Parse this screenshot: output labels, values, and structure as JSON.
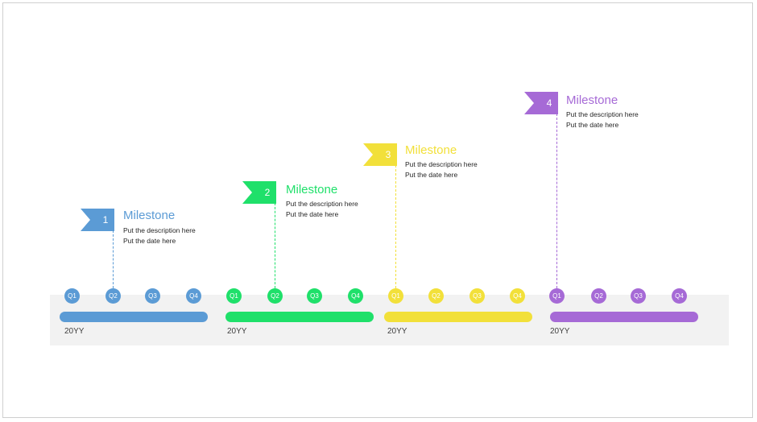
{
  "colors": {
    "blue": "#5b9bd5",
    "green": "#1fe06a",
    "yellow": "#f2e03a",
    "purple": "#a66ad6",
    "band": "#f2f2f2"
  },
  "years": [
    {
      "label": "20YY",
      "quarters": [
        "Q1",
        "Q2",
        "Q3",
        "Q4"
      ]
    },
    {
      "label": "20YY",
      "quarters": [
        "Q1",
        "Q2",
        "Q3",
        "Q4"
      ]
    },
    {
      "label": "20YY",
      "quarters": [
        "Q1",
        "Q2",
        "Q3",
        "Q4"
      ]
    },
    {
      "label": "20YY",
      "quarters": [
        "Q1",
        "Q2",
        "Q3",
        "Q4"
      ]
    }
  ],
  "milestones": [
    {
      "number": "1",
      "title": "Milestone",
      "description": "Put the description here",
      "date": "Put the date here",
      "year_index": 0,
      "quarter": "Q2",
      "icon": "flag-icon"
    },
    {
      "number": "2",
      "title": "Milestone",
      "description": "Put the description here",
      "date": "Put the date here",
      "year_index": 1,
      "quarter": "Q2",
      "icon": "flag-icon"
    },
    {
      "number": "3",
      "title": "Milestone",
      "description": "Put the description here",
      "date": "Put the date here",
      "year_index": 2,
      "quarter": "Q1",
      "icon": "flag-icon"
    },
    {
      "number": "4",
      "title": "Milestone",
      "description": "Put the description here",
      "date": "Put the date here",
      "year_index": 3,
      "quarter": "Q1",
      "icon": "flag-icon"
    }
  ]
}
